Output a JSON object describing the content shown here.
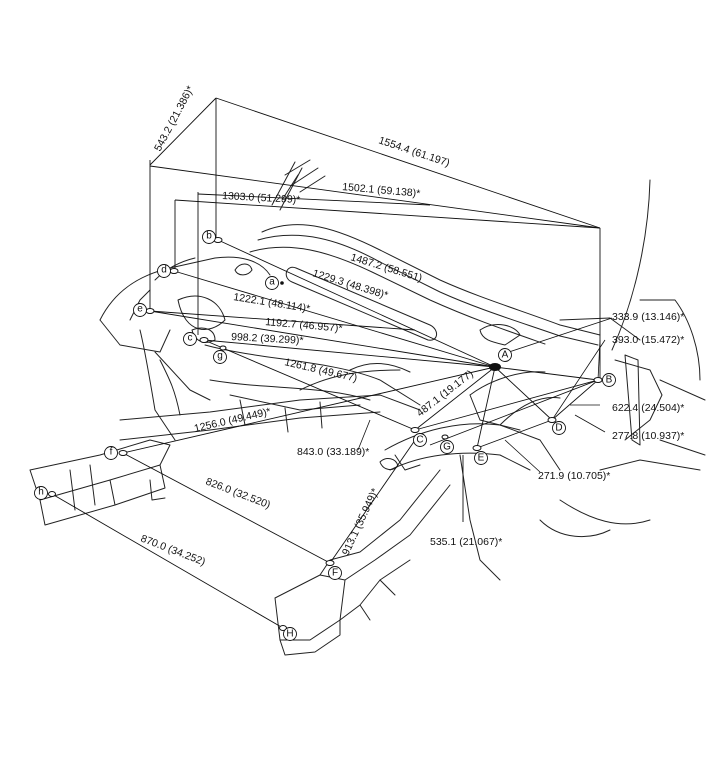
{
  "colors": {
    "line": "#111111",
    "background": "#ffffff"
  },
  "points": [
    {
      "id": "A",
      "text": "A"
    },
    {
      "id": "B",
      "text": "B"
    },
    {
      "id": "C",
      "text": "C"
    },
    {
      "id": "D",
      "text": "D"
    },
    {
      "id": "E",
      "text": "E"
    },
    {
      "id": "F",
      "text": "F"
    },
    {
      "id": "G",
      "text": "G"
    },
    {
      "id": "H",
      "text": "H"
    },
    {
      "id": "a",
      "text": "a"
    },
    {
      "id": "b",
      "text": "b"
    },
    {
      "id": "c",
      "text": "c"
    },
    {
      "id": "d",
      "text": "d"
    },
    {
      "id": "e",
      "text": "e"
    },
    {
      "id": "f",
      "text": "f"
    },
    {
      "id": "g",
      "text": "g"
    },
    {
      "id": "h",
      "text": "h"
    }
  ],
  "dimensions": [
    {
      "id": "d1",
      "text": "543.2 (21.386)*"
    },
    {
      "id": "d2",
      "text": "1554.4 (61.197)"
    },
    {
      "id": "d3",
      "text": "1502.1 (59.138)*"
    },
    {
      "id": "d4",
      "text": "1303.0 (51.299)*"
    },
    {
      "id": "d5",
      "text": "1487.2 (58.551)"
    },
    {
      "id": "d6",
      "text": "1229.3 (48.398)*"
    },
    {
      "id": "d7",
      "text": "1222.1 (48.114)*"
    },
    {
      "id": "d8",
      "text": "1192.7 (46.957)*"
    },
    {
      "id": "d9",
      "text": "998.2 (39.299)*"
    },
    {
      "id": "d10",
      "text": "1261.8 (49.677)"
    },
    {
      "id": "d11",
      "text": "487.1 (19.177)"
    },
    {
      "id": "d12",
      "text": "1256.0 (49.449)*"
    },
    {
      "id": "d13",
      "text": "843.0 (33.189)*"
    },
    {
      "id": "d14",
      "text": "826.0 (32.520)"
    },
    {
      "id": "d15",
      "text": "913.1 (35.949)*"
    },
    {
      "id": "d16",
      "text": "870.0 (34.252)"
    },
    {
      "id": "d17",
      "text": "535.1 (21.067)*"
    },
    {
      "id": "d18",
      "text": "271.9 (10.705)*"
    },
    {
      "id": "d19",
      "text": "277.8 (10.937)*"
    },
    {
      "id": "d20",
      "text": "622.4 (24.504)*"
    },
    {
      "id": "d21",
      "text": "393.0 (15.472)*"
    },
    {
      "id": "d22",
      "text": "333.9 (13.146)*"
    }
  ]
}
